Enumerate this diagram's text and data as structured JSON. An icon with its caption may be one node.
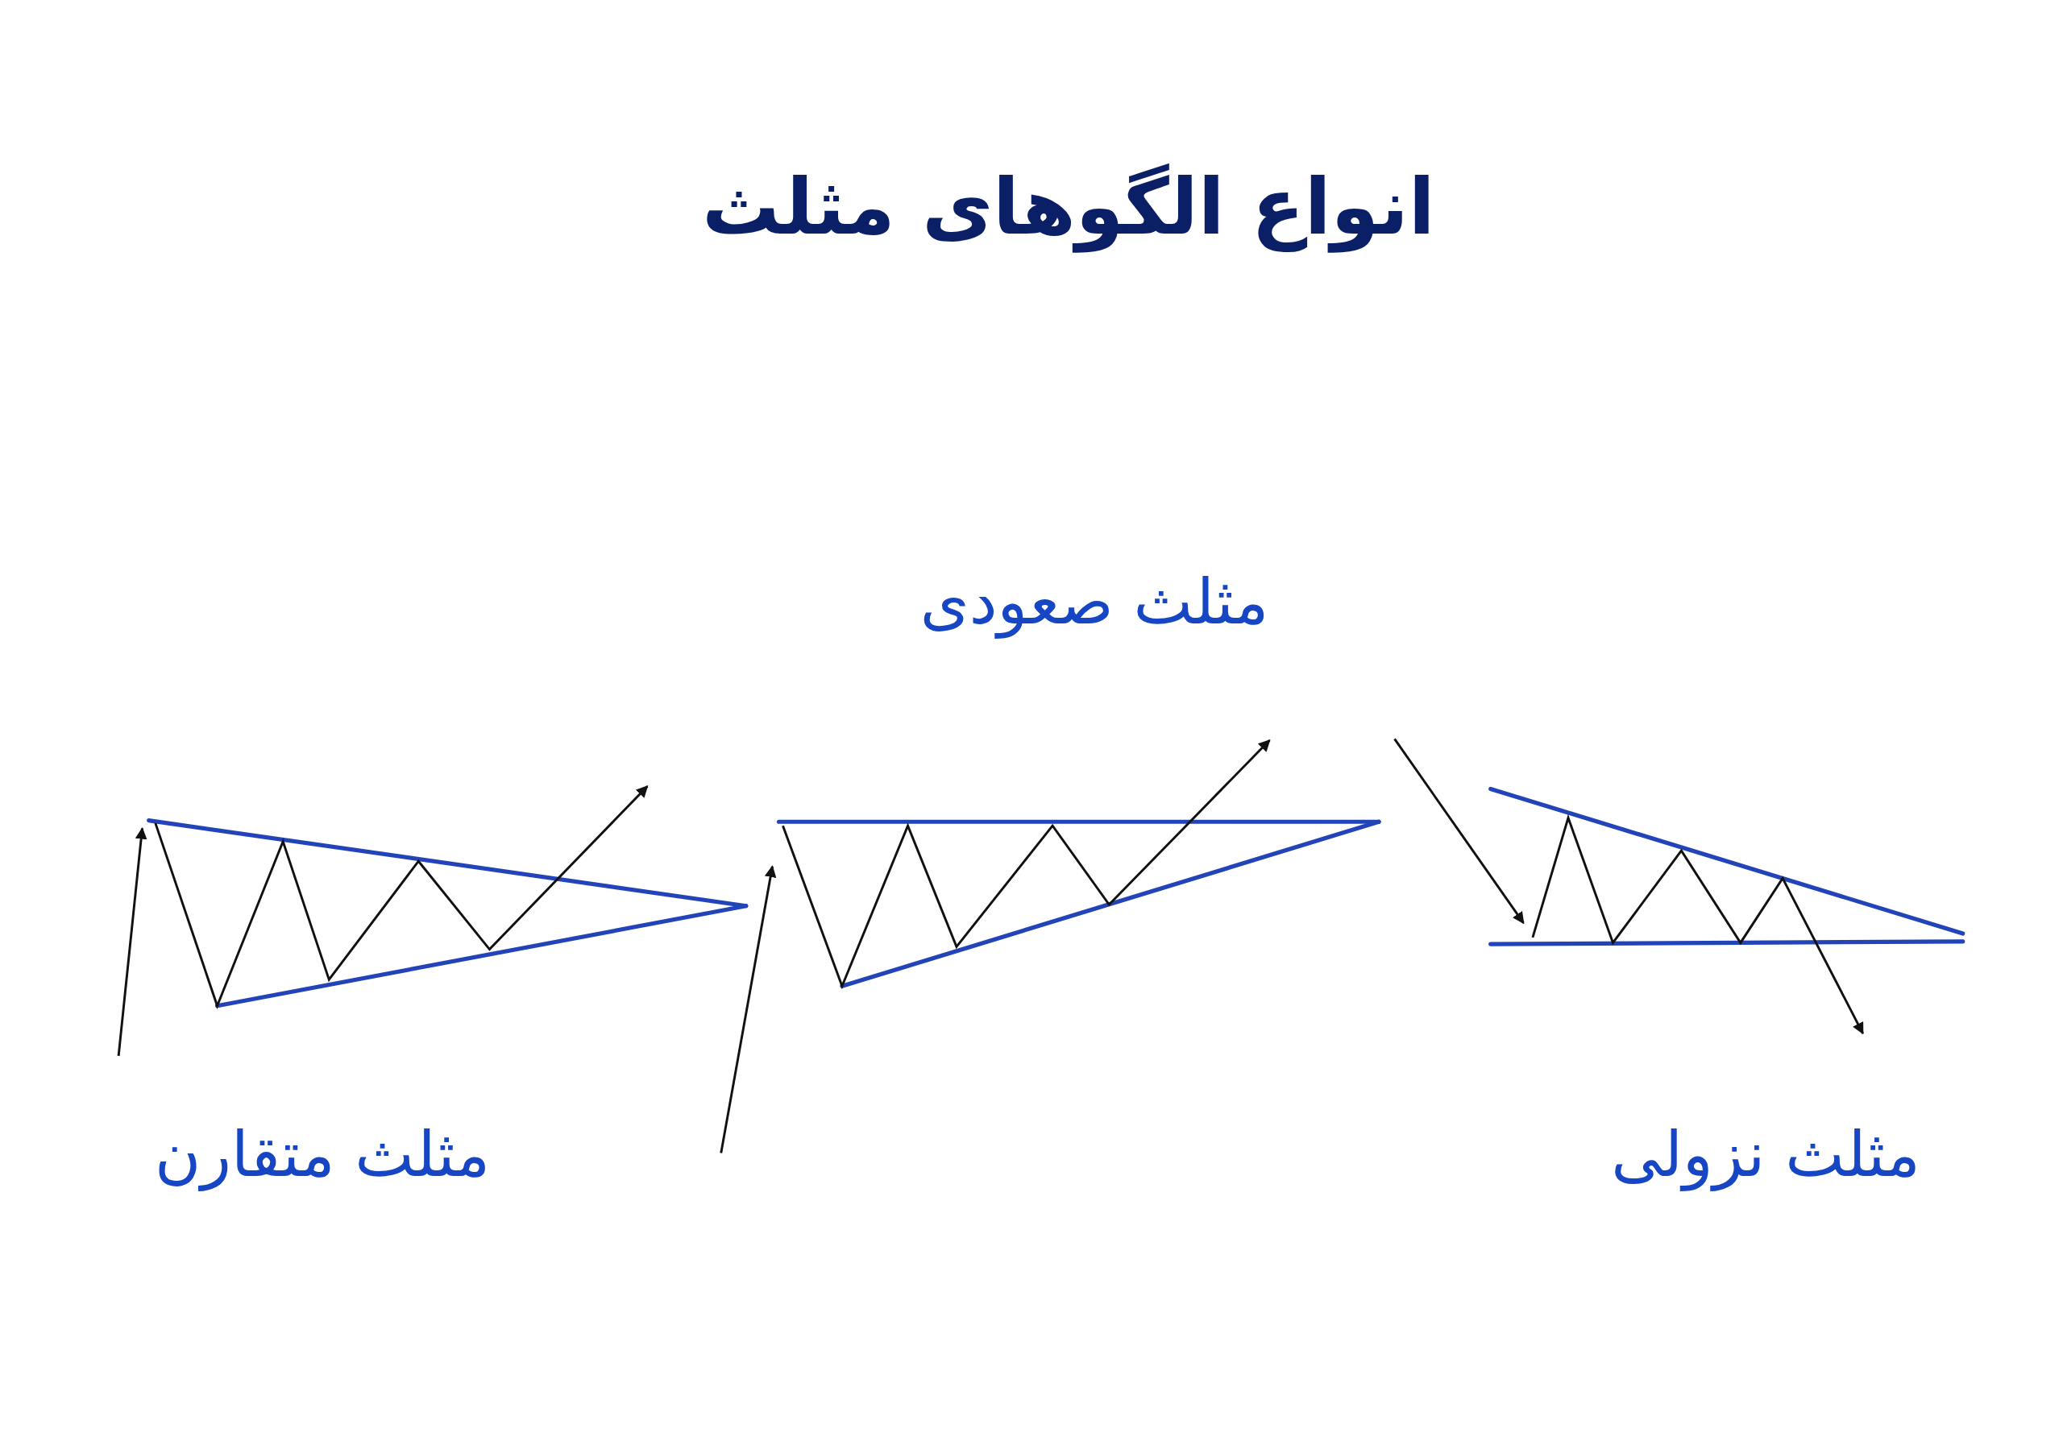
{
  "diagram": {
    "title": "انواع الگوهای مثلث",
    "labels": [
      "مثلث صعودی",
      "مثلث نزولی",
      "مثلث متقارن"
    ]
  }
}
